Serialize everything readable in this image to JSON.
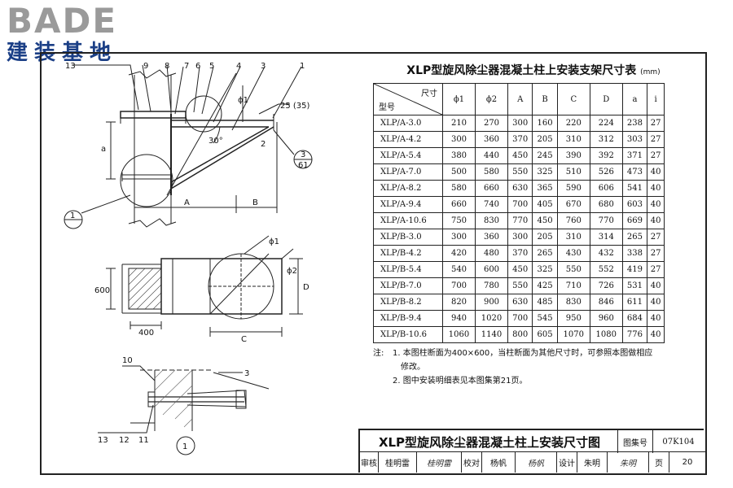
{
  "logo": {
    "word": "BADE",
    "sub": "建装基地",
    "colors": {
      "word": "#9a9a9a",
      "sub": "#1b3f86"
    }
  },
  "drawing": {
    "callouts": {
      "n1": "1",
      "n2": "2",
      "n3": "3",
      "n4": "4",
      "n5": "5",
      "n6": "6",
      "n7": "7",
      "n8": "8",
      "n9": "9",
      "n10": "10",
      "n11": "11",
      "n12": "12",
      "n13": "13"
    },
    "labels": {
      "phi1": "ϕ1",
      "phi1_plan": "ϕ1",
      "phi2_plan": "ϕ2",
      "dim_25_35": "25 (35)",
      "angle": "30°",
      "a_dim": "a",
      "A": "A",
      "B": "B",
      "dim_600": "600",
      "dim_400": "400",
      "C": "C",
      "D": "D",
      "detail_1": "1",
      "detail_3_num": "3",
      "detail_3_den": "61",
      "detail_1_bottom": "1"
    }
  },
  "table": {
    "title": "XLP型旋风除尘器混凝土柱上安装支架尺寸表",
    "unit": "(mm)",
    "corner_top": "尺寸",
    "corner_bottom": "型号",
    "columns": [
      "ϕ1",
      "ϕ2",
      "A",
      "B",
      "C",
      "D",
      "a",
      "i"
    ],
    "rows": [
      {
        "model": "XLP/A-3.0",
        "values": [
          "210",
          "270",
          "300",
          "160",
          "220",
          "224",
          "238",
          "27"
        ]
      },
      {
        "model": "XLP/A-4.2",
        "values": [
          "300",
          "360",
          "370",
          "205",
          "310",
          "312",
          "303",
          "27"
        ]
      },
      {
        "model": "XLP/A-5.4",
        "values": [
          "380",
          "440",
          "450",
          "245",
          "390",
          "392",
          "371",
          "27"
        ]
      },
      {
        "model": "XLP/A-7.0",
        "values": [
          "500",
          "580",
          "550",
          "325",
          "510",
          "526",
          "473",
          "40"
        ]
      },
      {
        "model": "XLP/A-8.2",
        "values": [
          "580",
          "660",
          "630",
          "365",
          "590",
          "606",
          "541",
          "40"
        ]
      },
      {
        "model": "XLP/A-9.4",
        "values": [
          "660",
          "740",
          "700",
          "405",
          "670",
          "680",
          "603",
          "40"
        ]
      },
      {
        "model": "XLP/A-10.6",
        "values": [
          "750",
          "830",
          "770",
          "450",
          "760",
          "770",
          "669",
          "40"
        ]
      },
      {
        "model": "XLP/B-3.0",
        "values": [
          "300",
          "360",
          "300",
          "205",
          "310",
          "314",
          "265",
          "27"
        ]
      },
      {
        "model": "XLP/B-4.2",
        "values": [
          "420",
          "480",
          "370",
          "265",
          "430",
          "432",
          "338",
          "27"
        ]
      },
      {
        "model": "XLP/B-5.4",
        "values": [
          "540",
          "600",
          "450",
          "325",
          "550",
          "552",
          "419",
          "27"
        ]
      },
      {
        "model": "XLP/B-7.0",
        "values": [
          "700",
          "780",
          "550",
          "425",
          "710",
          "726",
          "531",
          "40"
        ]
      },
      {
        "model": "XLP/B-8.2",
        "values": [
          "820",
          "900",
          "630",
          "485",
          "830",
          "846",
          "611",
          "40"
        ]
      },
      {
        "model": "XLP/B-9.4",
        "values": [
          "940",
          "1020",
          "700",
          "545",
          "950",
          "960",
          "684",
          "40"
        ]
      },
      {
        "model": "XLP/B-10.6",
        "values": [
          "1060",
          "1140",
          "800",
          "605",
          "1070",
          "1080",
          "776",
          "40"
        ]
      }
    ]
  },
  "notes": {
    "label": "注:",
    "items": [
      "1. 本图柱断面为400×600，当柱断面为其他尺寸时，可参照本图做相应",
      "修改。",
      "2. 图中安装明细表见本图集第21页。"
    ]
  },
  "title_block": {
    "title": "XLP型旋风除尘器混凝土柱上安装尺寸图",
    "atlas_label": "图集号",
    "atlas_no": "07K104",
    "review_label": "审核",
    "reviewer": "桂明雷",
    "reviewer_sig": "桂明雷",
    "check_label": "校对",
    "checker": "杨帆",
    "checker_sig": "杨帆",
    "design_label": "设计",
    "designer": "朱明",
    "designer_sig": "朱明",
    "page_label": "页",
    "page_no": "20"
  }
}
